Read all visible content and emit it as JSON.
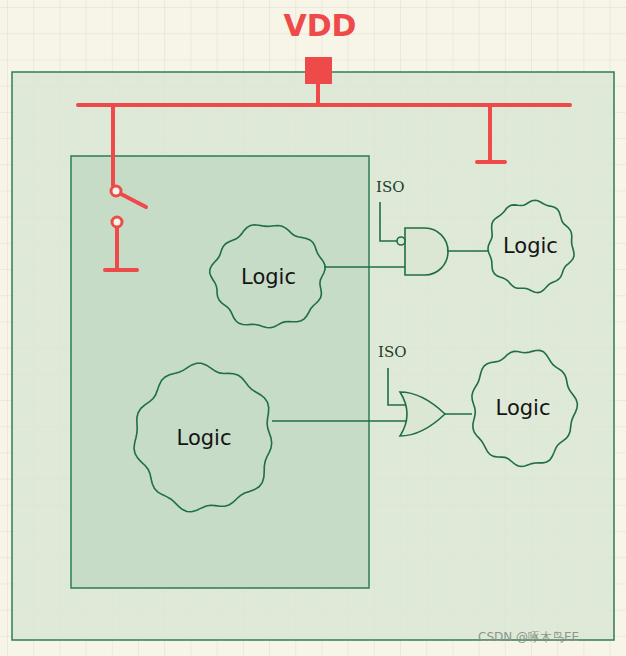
{
  "diagram": {
    "nodes": [
      {
        "text": [
          "Logic"
        ]
      },
      {
        "text": [
          "Logic"
        ]
      },
      {
        "text": [
          "Logic"
        ]
      },
      {
        "text": [
          "Logic"
        ]
      }
    ],
    "edges": [
      {
        "from": 0,
        "to": 1,
        "arrow": "none"
      },
      {
        "from": 2,
        "to": 3,
        "arrow": "none"
      }
    ],
    "labels": [
      "VDD",
      "ISO",
      "ISO",
      "CSDN @啄木鸟EE"
    ]
  }
}
